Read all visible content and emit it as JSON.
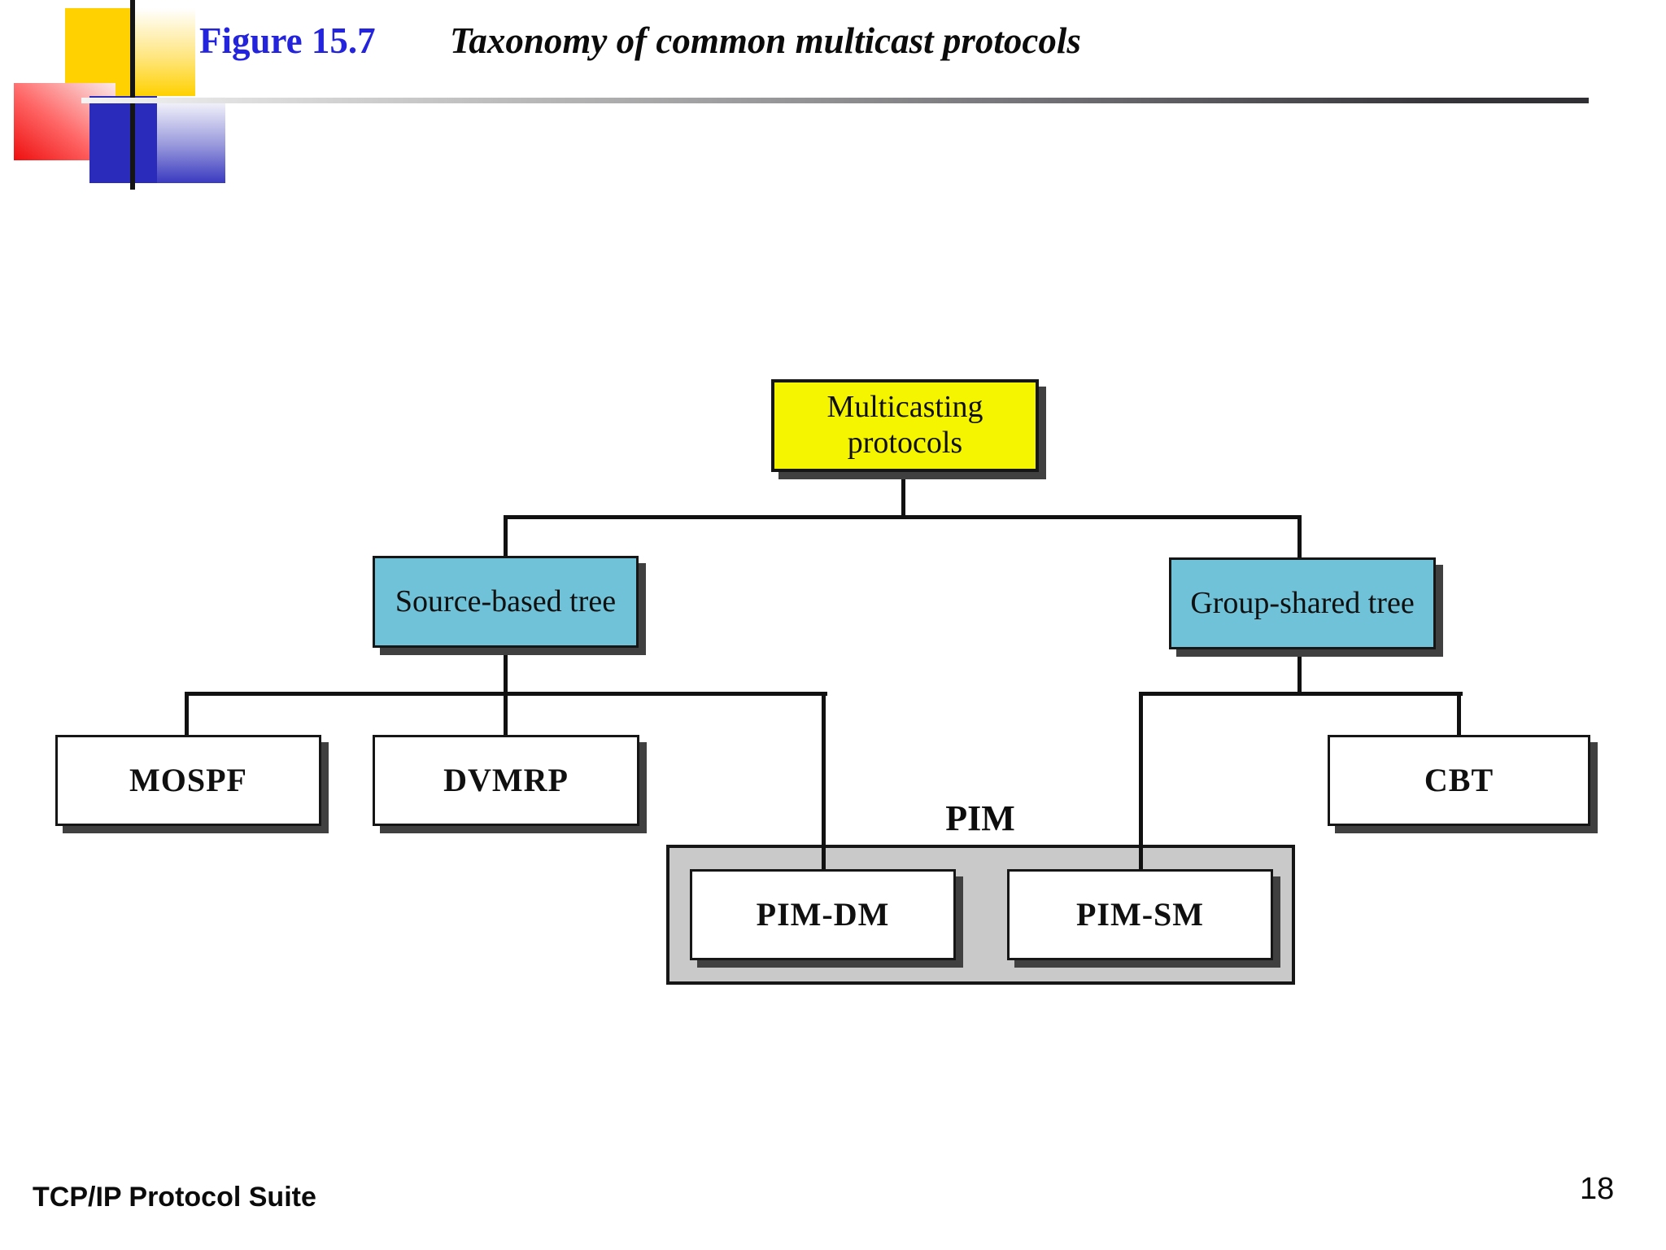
{
  "header": {
    "figure_label": "Figure 15.7",
    "figure_title": "Taxonomy of common multicast protocols"
  },
  "diagram": {
    "nodes": {
      "root": "Multicasting protocols",
      "source_based": "Source-based tree",
      "group_shared": "Group-shared tree",
      "mospf": "MOSPF",
      "dvmrp": "DVMRP",
      "cbt": "CBT",
      "pim_dm": "PIM-DM",
      "pim_sm": "PIM-SM"
    },
    "pim_group_label": "PIM"
  },
  "footer": {
    "left_text": "TCP/IP Protocol Suite",
    "page_number": "18"
  },
  "colors": {
    "root_fill": "#f5f500",
    "category_fill": "#6fc2d8",
    "leaf_fill": "#ffffff",
    "pim_container_fill": "#c9c9c9",
    "figure_label": "#2424dd"
  }
}
